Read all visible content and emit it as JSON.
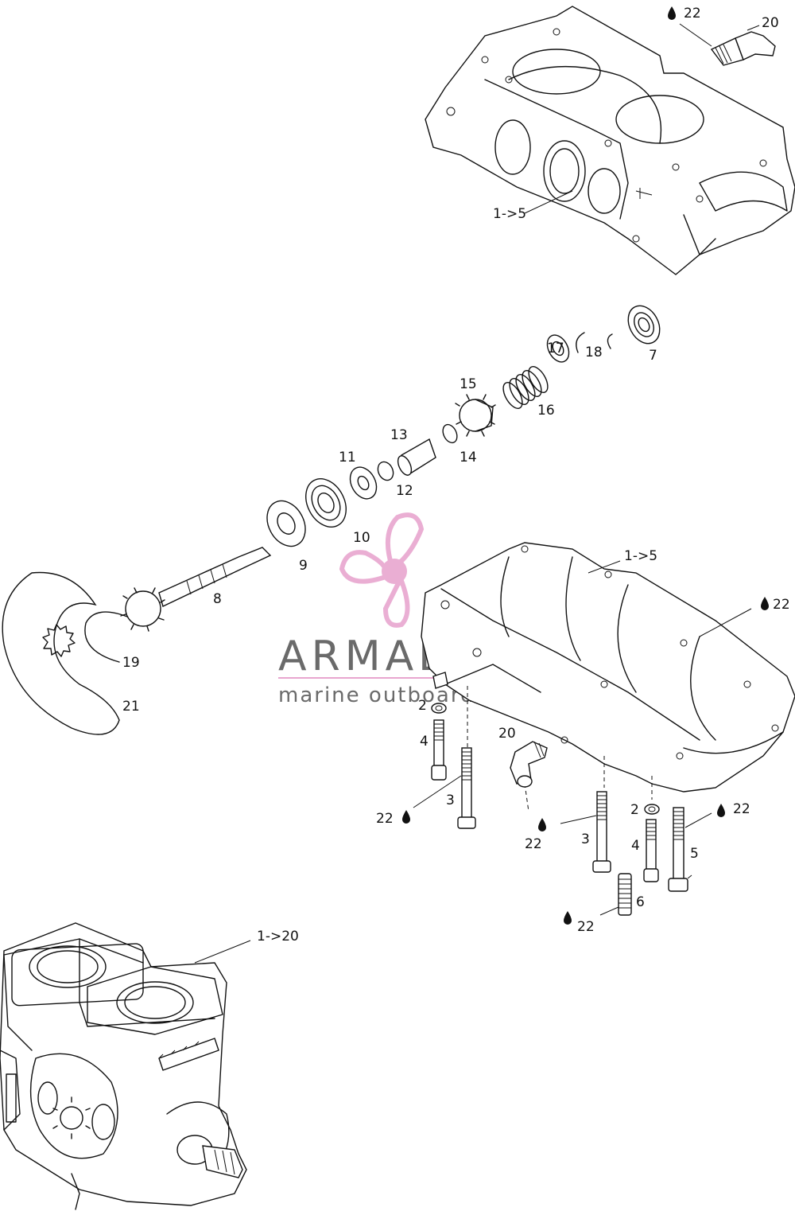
{
  "callouts": {
    "c22_top": "22",
    "c20_top": "20",
    "c1_5_top": "1->5",
    "c7": "7",
    "c17": "17",
    "c18": "18",
    "c15": "15",
    "c16": "16",
    "c13": "13",
    "c14": "14",
    "c11": "11",
    "c12": "12",
    "c10": "10",
    "c9": "9",
    "c8": "8",
    "c19": "19",
    "c21": "21",
    "c1_5_mid": "1->5",
    "c22_mid": "22",
    "c2_a": "2",
    "c4_a": "4",
    "c20_mid": "20",
    "c3_a": "3",
    "c22_a": "22",
    "c22_b": "22",
    "c3_b": "3",
    "c2_b": "2",
    "c4_b": "4",
    "c5": "5",
    "c22_c": "22",
    "c6": "6",
    "c22_d": "22",
    "c1_20": "1->20"
  },
  "watermark": {
    "brand": "ARMADA",
    "tagline": "marine outboards",
    "color": "#e8a6cf"
  },
  "icons": {
    "drop": "oil-drop-icon",
    "logo": "propeller-logo-icon"
  }
}
